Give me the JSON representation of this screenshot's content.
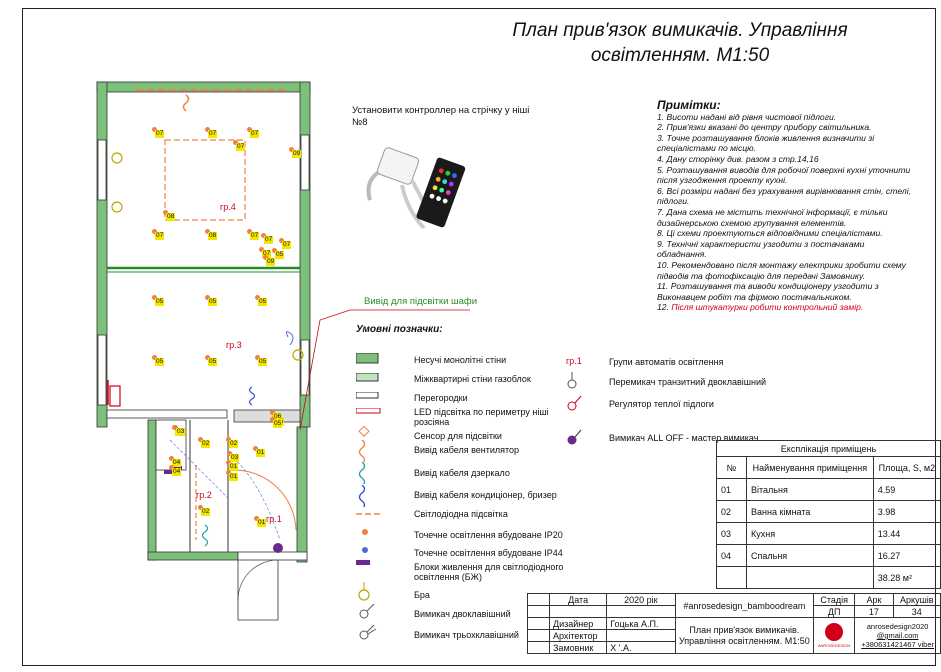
{
  "title": "План прив'язок вимикачів. Управління освітленням. М1:50",
  "controller_note": "Установити контроллер на стрічку у ніші №8",
  "notes": {
    "heading": "Примітки:",
    "items": [
      "1. Висоти надані від рівня чистової підлоги.",
      "2. Прив'язки вказані до центру прибору світильника.",
      "3. Точне розташування блоків живлення визначити зі спеціалістами по місцю.",
      "4. Дану сторінку див. разом з стр.14,16",
      "5. Розташування виводів для робочої поверхні кухні уточнити після узгодження проекту кухні.",
      "6. Всі розміри надані без урахування вирівнювання стін, стелі, підлоги.",
      "7. Дана схема не містить технічної інформації, є тільки дизайнерською схемою групування елементів.",
      "8. Ці схеми проектуються відповідними спеціалістами.",
      "9. Технічні характеристи узгодити з постачаками обладнання.",
      "10. Рекомендовано після монтажу електрики зробити схему підводів та фотофіксацію для передачі Замовнику.",
      "11. Розташування та виводи кондиціонеру узгодити з Виконавцем робіт та фірмою постачальником."
    ],
    "last_prefix": "12. ",
    "last_red": "Після штукатурки робити контрольний замір."
  },
  "closet_label": "Вивід для підсвітки шафи",
  "legend": {
    "title": "Умовні позначки:",
    "left": [
      "Несучі монолітні стіни",
      "Міжквартирні стіни газоблок",
      "Перегородки",
      "LED підсвітка по периметру ніші розсіяна",
      "Сенсор для підсвітки",
      "Вивід кабеля вентилятор",
      "Вивід кабеля дзеркало",
      "Вивід кабеля кондиціонер, бризер",
      "Світлодіодна підсвітка",
      "Точечне освітлення вбудоване IP20",
      "Точечне освітлення вбудоване IP44",
      "Блоки живлення для світлодіодного освітлення (БЖ)",
      "Бра",
      "Вимикач двоклавішний",
      "Вимикач трьохклавішний"
    ],
    "right_group_code": "гр.1",
    "right": [
      "Групи автоматів освітлення",
      "Перемикач транзитний двоклавішний",
      "Регулятор теплої підлоги",
      "Вимикач ALL OFF - мастер вимикач"
    ]
  },
  "spec": {
    "caption": "Експлікація приміщень",
    "headers": [
      "№",
      "Найменування приміщення",
      "Площа, S, м2"
    ],
    "rows": [
      [
        "01",
        "Вітальня",
        "4.59"
      ],
      [
        "02",
        "Ванна кімната",
        "3.98"
      ],
      [
        "03",
        "Кухня",
        "13.44"
      ],
      [
        "04",
        "Спальня",
        "16.27"
      ]
    ],
    "total": "38.28 м²"
  },
  "stamp": {
    "date_label": "Дата",
    "date_value": "2020 рік",
    "tag": "#anrosedesign_bamboodream",
    "stage_label": "Стадія",
    "sheet_label": "Арк",
    "sheets_label": "Аркушів",
    "stage": "ДП",
    "sheet": "17",
    "sheets": "34",
    "designer_label": "Дизайнер",
    "designer": "Гоцька А.П.",
    "architect_label": "Архітектор",
    "client_label": "Замовник",
    "client": "Х          '.А.",
    "sheet_title": "План прив'язок вимикачів. Управління освітленням. М1:50",
    "logo_text": "ANROSEDESIGN",
    "contact1": "anrosedesign2020",
    "contact2": "@gmail.com",
    "contact3": "+380631421467 viber"
  },
  "plan": {
    "rooms": [
      "гр.4",
      "гр.3",
      "гр.2",
      "гр.1"
    ],
    "codes_top": [
      "07",
      "07",
      "07",
      "07",
      "08",
      "09",
      "07",
      "08",
      "07",
      "07",
      "07",
      "05",
      "09",
      "07"
    ],
    "codes_mid": [
      "05",
      "05",
      "05",
      "05",
      "05",
      "05",
      "05",
      "05"
    ],
    "small": [
      "03",
      "02",
      "04",
      "04",
      "02",
      "01",
      "01",
      "02",
      "01",
      "01",
      "03",
      "06",
      "05"
    ]
  },
  "colors": {
    "wall": "#7cc07c",
    "red": "#d0001a",
    "orange": "#f08040",
    "yellow": "#f5e600",
    "blue": "#4a6cd8",
    "violet": "#6a2a8a"
  }
}
